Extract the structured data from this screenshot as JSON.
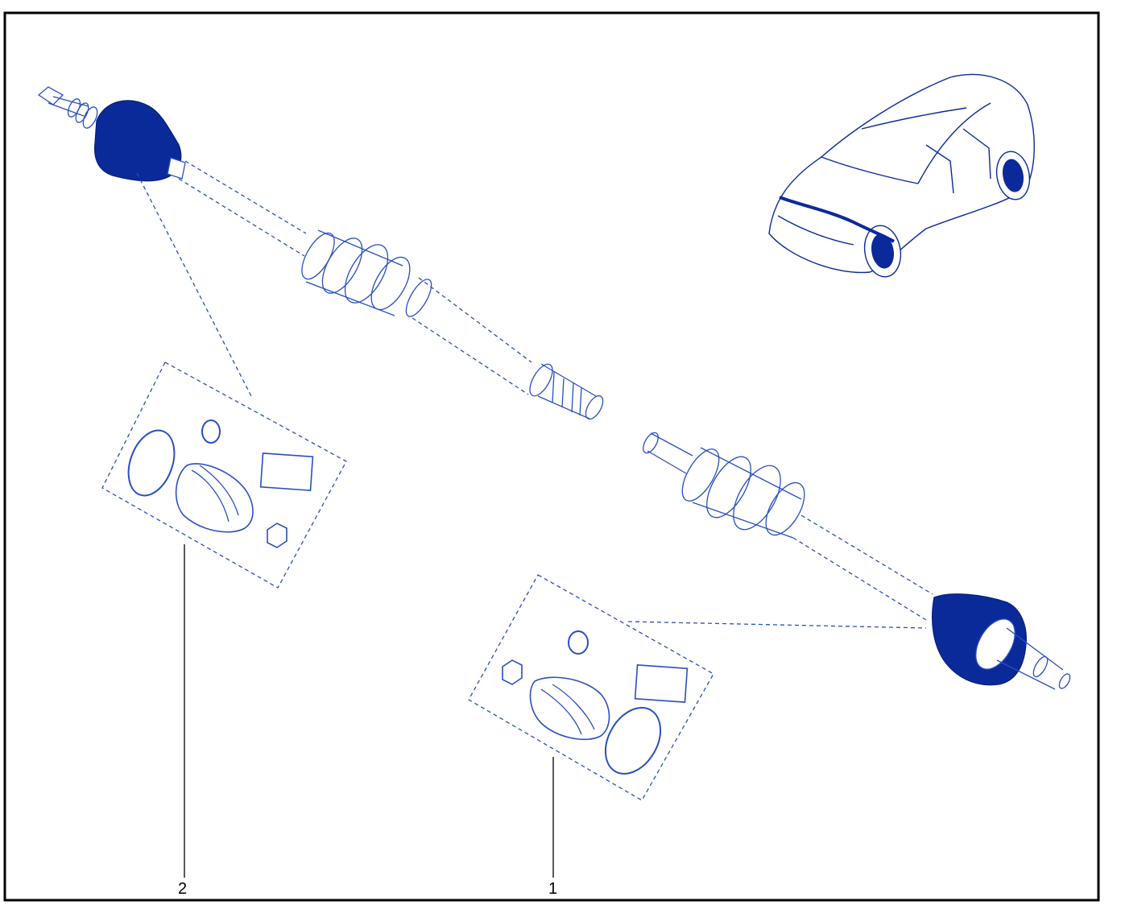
{
  "callouts": [
    {
      "label": "2"
    },
    {
      "label": "1"
    }
  ],
  "colors": {
    "ink": "#0b2a9a",
    "ink_dark": "#062078",
    "line": "#2a4fc0",
    "frame": "#000000"
  },
  "icons": [
    "drive-shaft-left",
    "drive-shaft-right",
    "cv-boot-kit-left",
    "cv-boot-kit-right",
    "car-vehicle-icon"
  ]
}
